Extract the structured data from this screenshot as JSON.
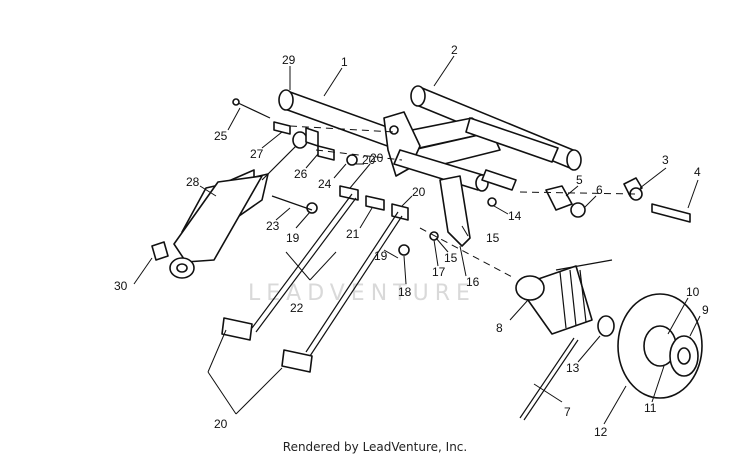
{
  "diagram": {
    "callouts": [
      "1",
      "2",
      "3",
      "4",
      "5",
      "6",
      "7",
      "8",
      "9",
      "10",
      "11",
      "12",
      "13",
      "14",
      "15",
      "15",
      "16",
      "17",
      "18",
      "19",
      "19",
      "20",
      "20",
      "20",
      "20",
      "21",
      "22",
      "23",
      "24",
      "25",
      "26",
      "27",
      "28",
      "29",
      "30"
    ]
  },
  "watermark": "LEADVENTURE",
  "footer": "Rendered by LeadVenture, Inc."
}
